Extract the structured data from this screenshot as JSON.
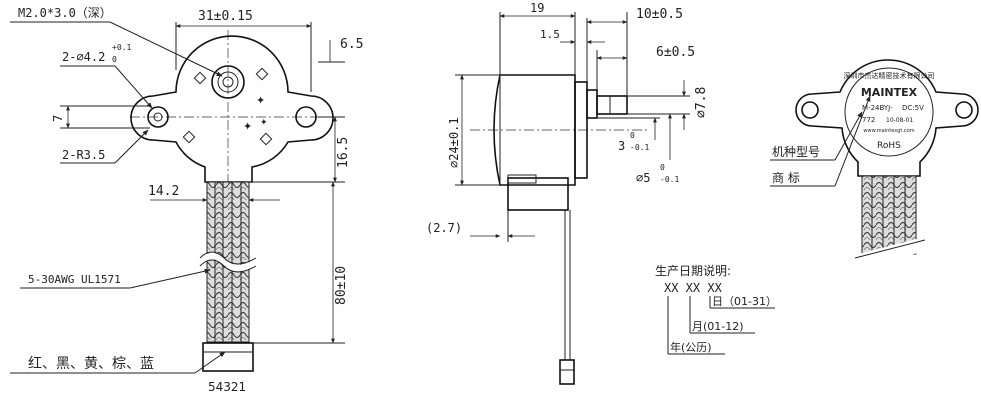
{
  "front_view": {
    "thread_note": "M2.0*3.0（深）",
    "hole_dia": "2-∅4.2",
    "hole_tol_upper": "+0.1",
    "hole_tol_lower": "0",
    "radius_note": "2-R3.5",
    "width_dim": "31±0.15",
    "dim_6_5": "6.5",
    "dim_7": "7",
    "dim_16_5": "16.5",
    "dim_14_2": "14.2",
    "wire_note": "5-30AWG UL1571",
    "wire_length": "80±10",
    "wire_colors": "红、黑、黄、棕、蓝",
    "pin_numbers": "54321"
  },
  "side_view": {
    "dim_19": "19",
    "dim_10": "10±0.5",
    "dim_1_5": "1.5",
    "dim_6": "6±0.5",
    "dim_dia_7_8": "∅7.8",
    "dim_dia_24": "∅24±0.1",
    "dim_3": "3",
    "dim_3_upper": "0",
    "dim_3_lower": "-0.1",
    "dim_dia_5": "∅5",
    "dim_5_upper": "0",
    "dim_5_lower": "-0.1",
    "dim_2_7": "(2.7)"
  },
  "label_view": {
    "brand": "MAINTEX",
    "company_arc": "深圳市杰达精密技术有限公司",
    "model_line": "M-24BYJ-",
    "voltage": "DC:5V",
    "code": "772",
    "date": "10-08-01",
    "website": "www.maintexgt.com",
    "rohs": "RoHS",
    "label_model": "机种型号",
    "label_brand": "商  标"
  },
  "date_legend": {
    "title": "生产日期说明:",
    "codes": "XX XX XX",
    "day": "日（01-31）",
    "month": "月(01-12)",
    "year": "年(公历)"
  }
}
